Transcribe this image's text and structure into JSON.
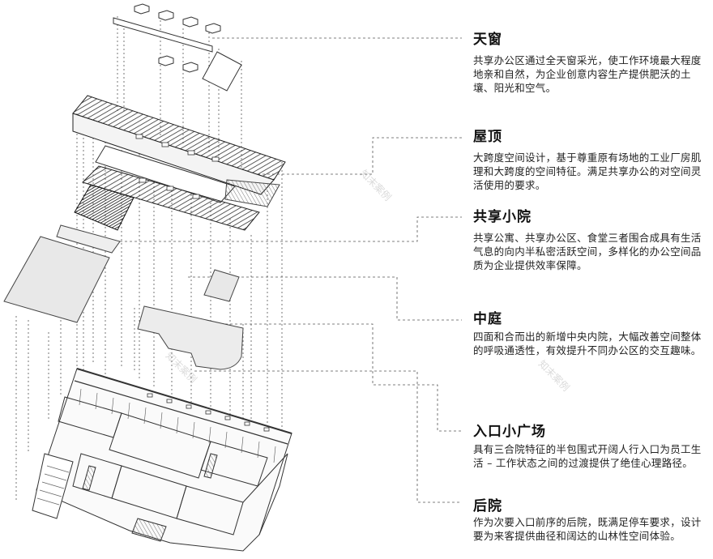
{
  "sections": [
    {
      "title": "天窗",
      "body": "共享办公区通过全天窗采光，使工作环境最大程度地亲和自然，为企业创意内容生产提供肥沃的土壤、阳光和空气。"
    },
    {
      "title": "屋顶",
      "body": "大跨度空间设计，基于尊重原有场地的工业厂房肌理和大跨度的空间特征。满足共享办公的对空间灵活使用的要求。"
    },
    {
      "title": "共享小院",
      "body": "共享公寓、共享办公区、食堂三者围合成具有生活气息的向内半私密活跃空间，多样化的办公空间品质为企业提供效率保障。"
    },
    {
      "title": "中庭",
      "body": "四面和合而出的新增中央内院，大幅改善空间整体的呼吸通透性，有效提升不同办公区的交互趣味。"
    },
    {
      "title": "入口小广场",
      "body": "具有三合院特征的半包围式开阔人行入口为员工生活 – 工作状态之间的过渡提供了绝佳心理路径。"
    },
    {
      "title": "后院",
      "body": "作为次要入口前序的后院，既满足停车要求，设计要为来客提供曲径和阔达的山林性空间体验。"
    }
  ],
  "watermarks": [
    "知末案例",
    "知末案例",
    "知末案例"
  ]
}
